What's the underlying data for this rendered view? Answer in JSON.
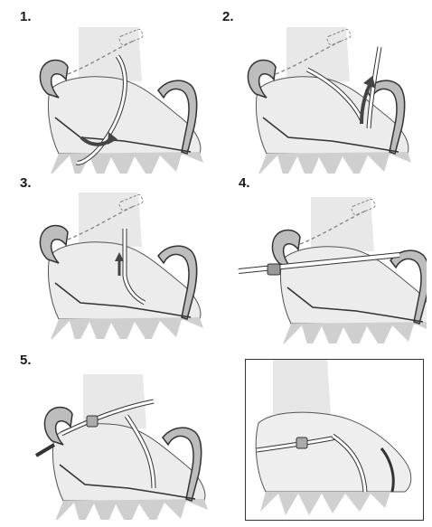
{
  "steps": [
    {
      "label": "1."
    },
    {
      "label": "2."
    },
    {
      "label": "3."
    },
    {
      "label": "4."
    },
    {
      "label": "5."
    }
  ],
  "colors": {
    "outline": "#333333",
    "skin": "#e6e6e6",
    "spike": "#c9c9c9",
    "strap": "#ffffff",
    "arrow": "#444444",
    "dashed": "#888888"
  },
  "icons": [
    "crampon",
    "boot",
    "strap-arrow",
    "buckle"
  ]
}
